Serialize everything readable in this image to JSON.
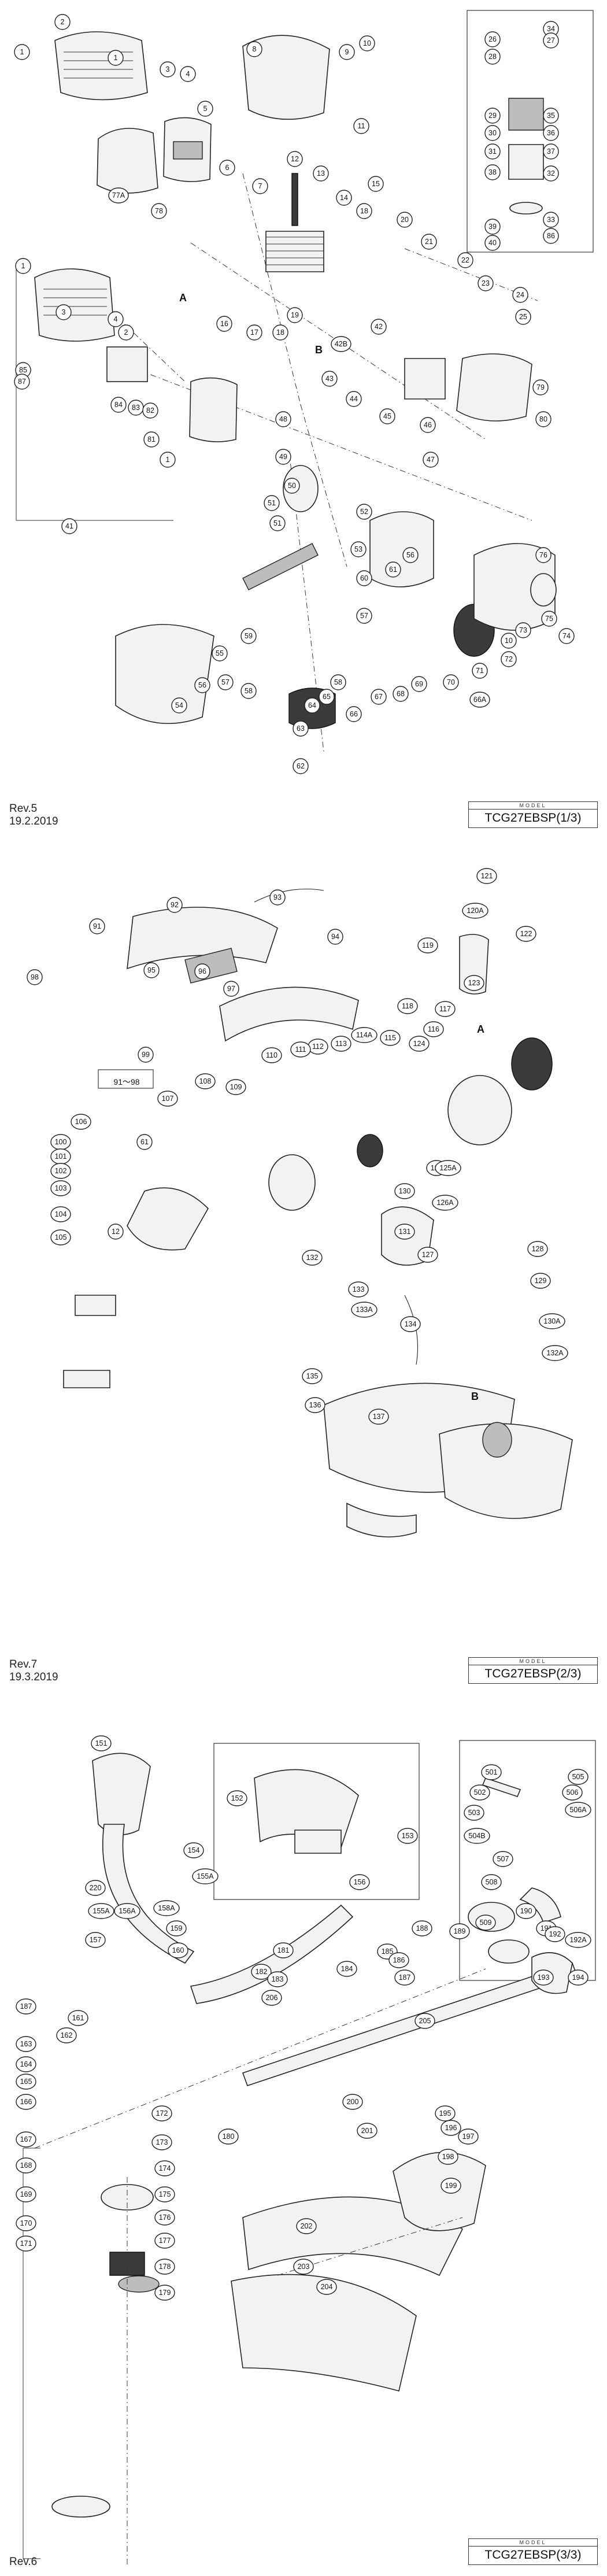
{
  "sheets": [
    {
      "rev": "Rev.5",
      "date": "19.2.2019",
      "model_caption": "MODEL",
      "model": "TCG27EBSP(1/3)"
    },
    {
      "rev": "Rev.7",
      "date": "19.3.2019",
      "model_caption": "MODEL",
      "model": "TCG27EBSP(2/3)"
    },
    {
      "rev": "Rev.6",
      "date": "",
      "model_caption": "MODEL",
      "model": "TCG27EBSP(3/3)"
    }
  ],
  "range_box": {
    "from": "91",
    "to": "98",
    "separator": "～"
  },
  "letter_markers": [
    "A",
    "B"
  ],
  "callouts_sheet1": [
    "1",
    "2",
    "1",
    "3",
    "4",
    "5",
    "6",
    "77A",
    "78",
    "7",
    "8",
    "9",
    "10",
    "11",
    "12",
    "13",
    "14",
    "15",
    "18",
    "16",
    "17",
    "18",
    "19",
    "20",
    "21",
    "22",
    "23",
    "24",
    "25",
    "34",
    "26",
    "27",
    "28",
    "29",
    "35",
    "30",
    "36",
    "31",
    "37",
    "38",
    "32",
    "39",
    "33",
    "40",
    "86",
    "1",
    "3",
    "4",
    "2",
    "85",
    "84",
    "83",
    "82",
    "81",
    "1",
    "87",
    "41",
    "42",
    "42B",
    "43",
    "44",
    "45",
    "46",
    "47",
    "48",
    "49",
    "50",
    "51",
    "51",
    "52",
    "53",
    "54",
    "55",
    "56",
    "57",
    "58",
    "59",
    "60",
    "61",
    "56",
    "57",
    "58",
    "62",
    "63",
    "64",
    "65",
    "66",
    "67",
    "68",
    "69",
    "70",
    "71",
    "72",
    "73",
    "10",
    "74",
    "75",
    "76",
    "79",
    "80",
    "66A"
  ],
  "callouts_sheet2": [
    "93",
    "92",
    "91",
    "94",
    "95",
    "96",
    "97",
    "98",
    "99",
    "121",
    "120A",
    "122",
    "119",
    "123",
    "118",
    "117",
    "124",
    "116",
    "115",
    "114A",
    "113",
    "112",
    "111",
    "110",
    "109",
    "108",
    "107",
    "106",
    "100",
    "101",
    "102",
    "103",
    "104",
    "105",
    "61",
    "12",
    "125",
    "125A",
    "126A",
    "130",
    "131",
    "127",
    "128",
    "129",
    "132",
    "133",
    "133A",
    "134",
    "130A",
    "132A",
    "135",
    "136",
    "137"
  ],
  "callouts_sheet3": [
    "151",
    "152",
    "153",
    "154",
    "155A",
    "156",
    "157",
    "158A",
    "159",
    "160",
    "220",
    "155A",
    "156A",
    "181",
    "182",
    "183",
    "184",
    "185",
    "186",
    "187",
    "188",
    "189",
    "190",
    "191",
    "192",
    "192A",
    "193",
    "194",
    "206",
    "205",
    "187",
    "161",
    "162",
    "163",
    "164",
    "165",
    "166",
    "167",
    "168",
    "169",
    "170",
    "171",
    "172",
    "173",
    "174",
    "175",
    "176",
    "177",
    "178",
    "179",
    "180",
    "195",
    "196",
    "197",
    "198",
    "199",
    "200",
    "201",
    "202",
    "203",
    "204",
    "501",
    "502",
    "503",
    "504B",
    "505",
    "506",
    "506A",
    "507",
    "508",
    "509"
  ]
}
